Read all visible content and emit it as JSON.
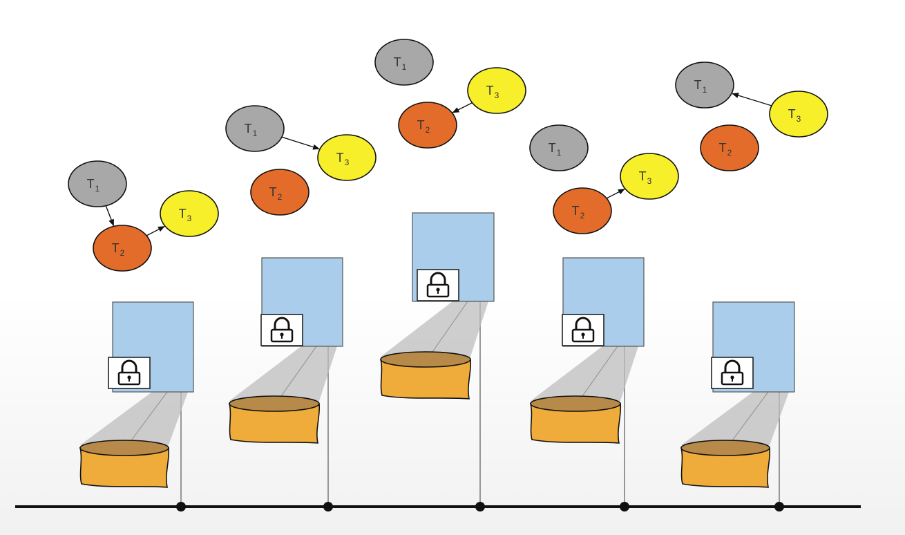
{
  "colors": {
    "t1": "#a8a8a8",
    "t2": "#e36c2a",
    "t3": "#f7ef2a",
    "host": "#a9cdea",
    "cylinder": "#efac3a",
    "cylinder_top": "#b88a4a",
    "beam": "#bdbdbd",
    "bus": "#111111"
  },
  "icons": {
    "lock": "lock-icon"
  },
  "sites": [
    {
      "nodes": [
        {
          "id": "T1",
          "letter": "T",
          "sub": "1"
        },
        {
          "id": "T2",
          "letter": "T",
          "sub": "2"
        },
        {
          "id": "T3",
          "letter": "T",
          "sub": "3"
        }
      ],
      "edges": [
        {
          "from": "T1",
          "to": "T2"
        },
        {
          "from": "T2",
          "to": "T3"
        }
      ]
    },
    {
      "nodes": [
        {
          "id": "T1",
          "letter": "T",
          "sub": "1"
        },
        {
          "id": "T2",
          "letter": "T",
          "sub": "2"
        },
        {
          "id": "T3",
          "letter": "T",
          "sub": "3"
        }
      ],
      "edges": [
        {
          "from": "T1",
          "to": "T3"
        }
      ]
    },
    {
      "nodes": [
        {
          "id": "T1",
          "letter": "T",
          "sub": "1"
        },
        {
          "id": "T2",
          "letter": "T",
          "sub": "2"
        },
        {
          "id": "T3",
          "letter": "T",
          "sub": "3"
        }
      ],
      "edges": [
        {
          "from": "T3",
          "to": "T2"
        }
      ]
    },
    {
      "nodes": [
        {
          "id": "T1",
          "letter": "T",
          "sub": "1"
        },
        {
          "id": "T2",
          "letter": "T",
          "sub": "2"
        },
        {
          "id": "T3",
          "letter": "T",
          "sub": "3"
        }
      ],
      "edges": [
        {
          "from": "T2",
          "to": "T3"
        }
      ]
    },
    {
      "nodes": [
        {
          "id": "T1",
          "letter": "T",
          "sub": "1"
        },
        {
          "id": "T2",
          "letter": "T",
          "sub": "2"
        },
        {
          "id": "T3",
          "letter": "T",
          "sub": "3"
        }
      ],
      "edges": [
        {
          "from": "T3",
          "to": "T1"
        }
      ]
    }
  ]
}
